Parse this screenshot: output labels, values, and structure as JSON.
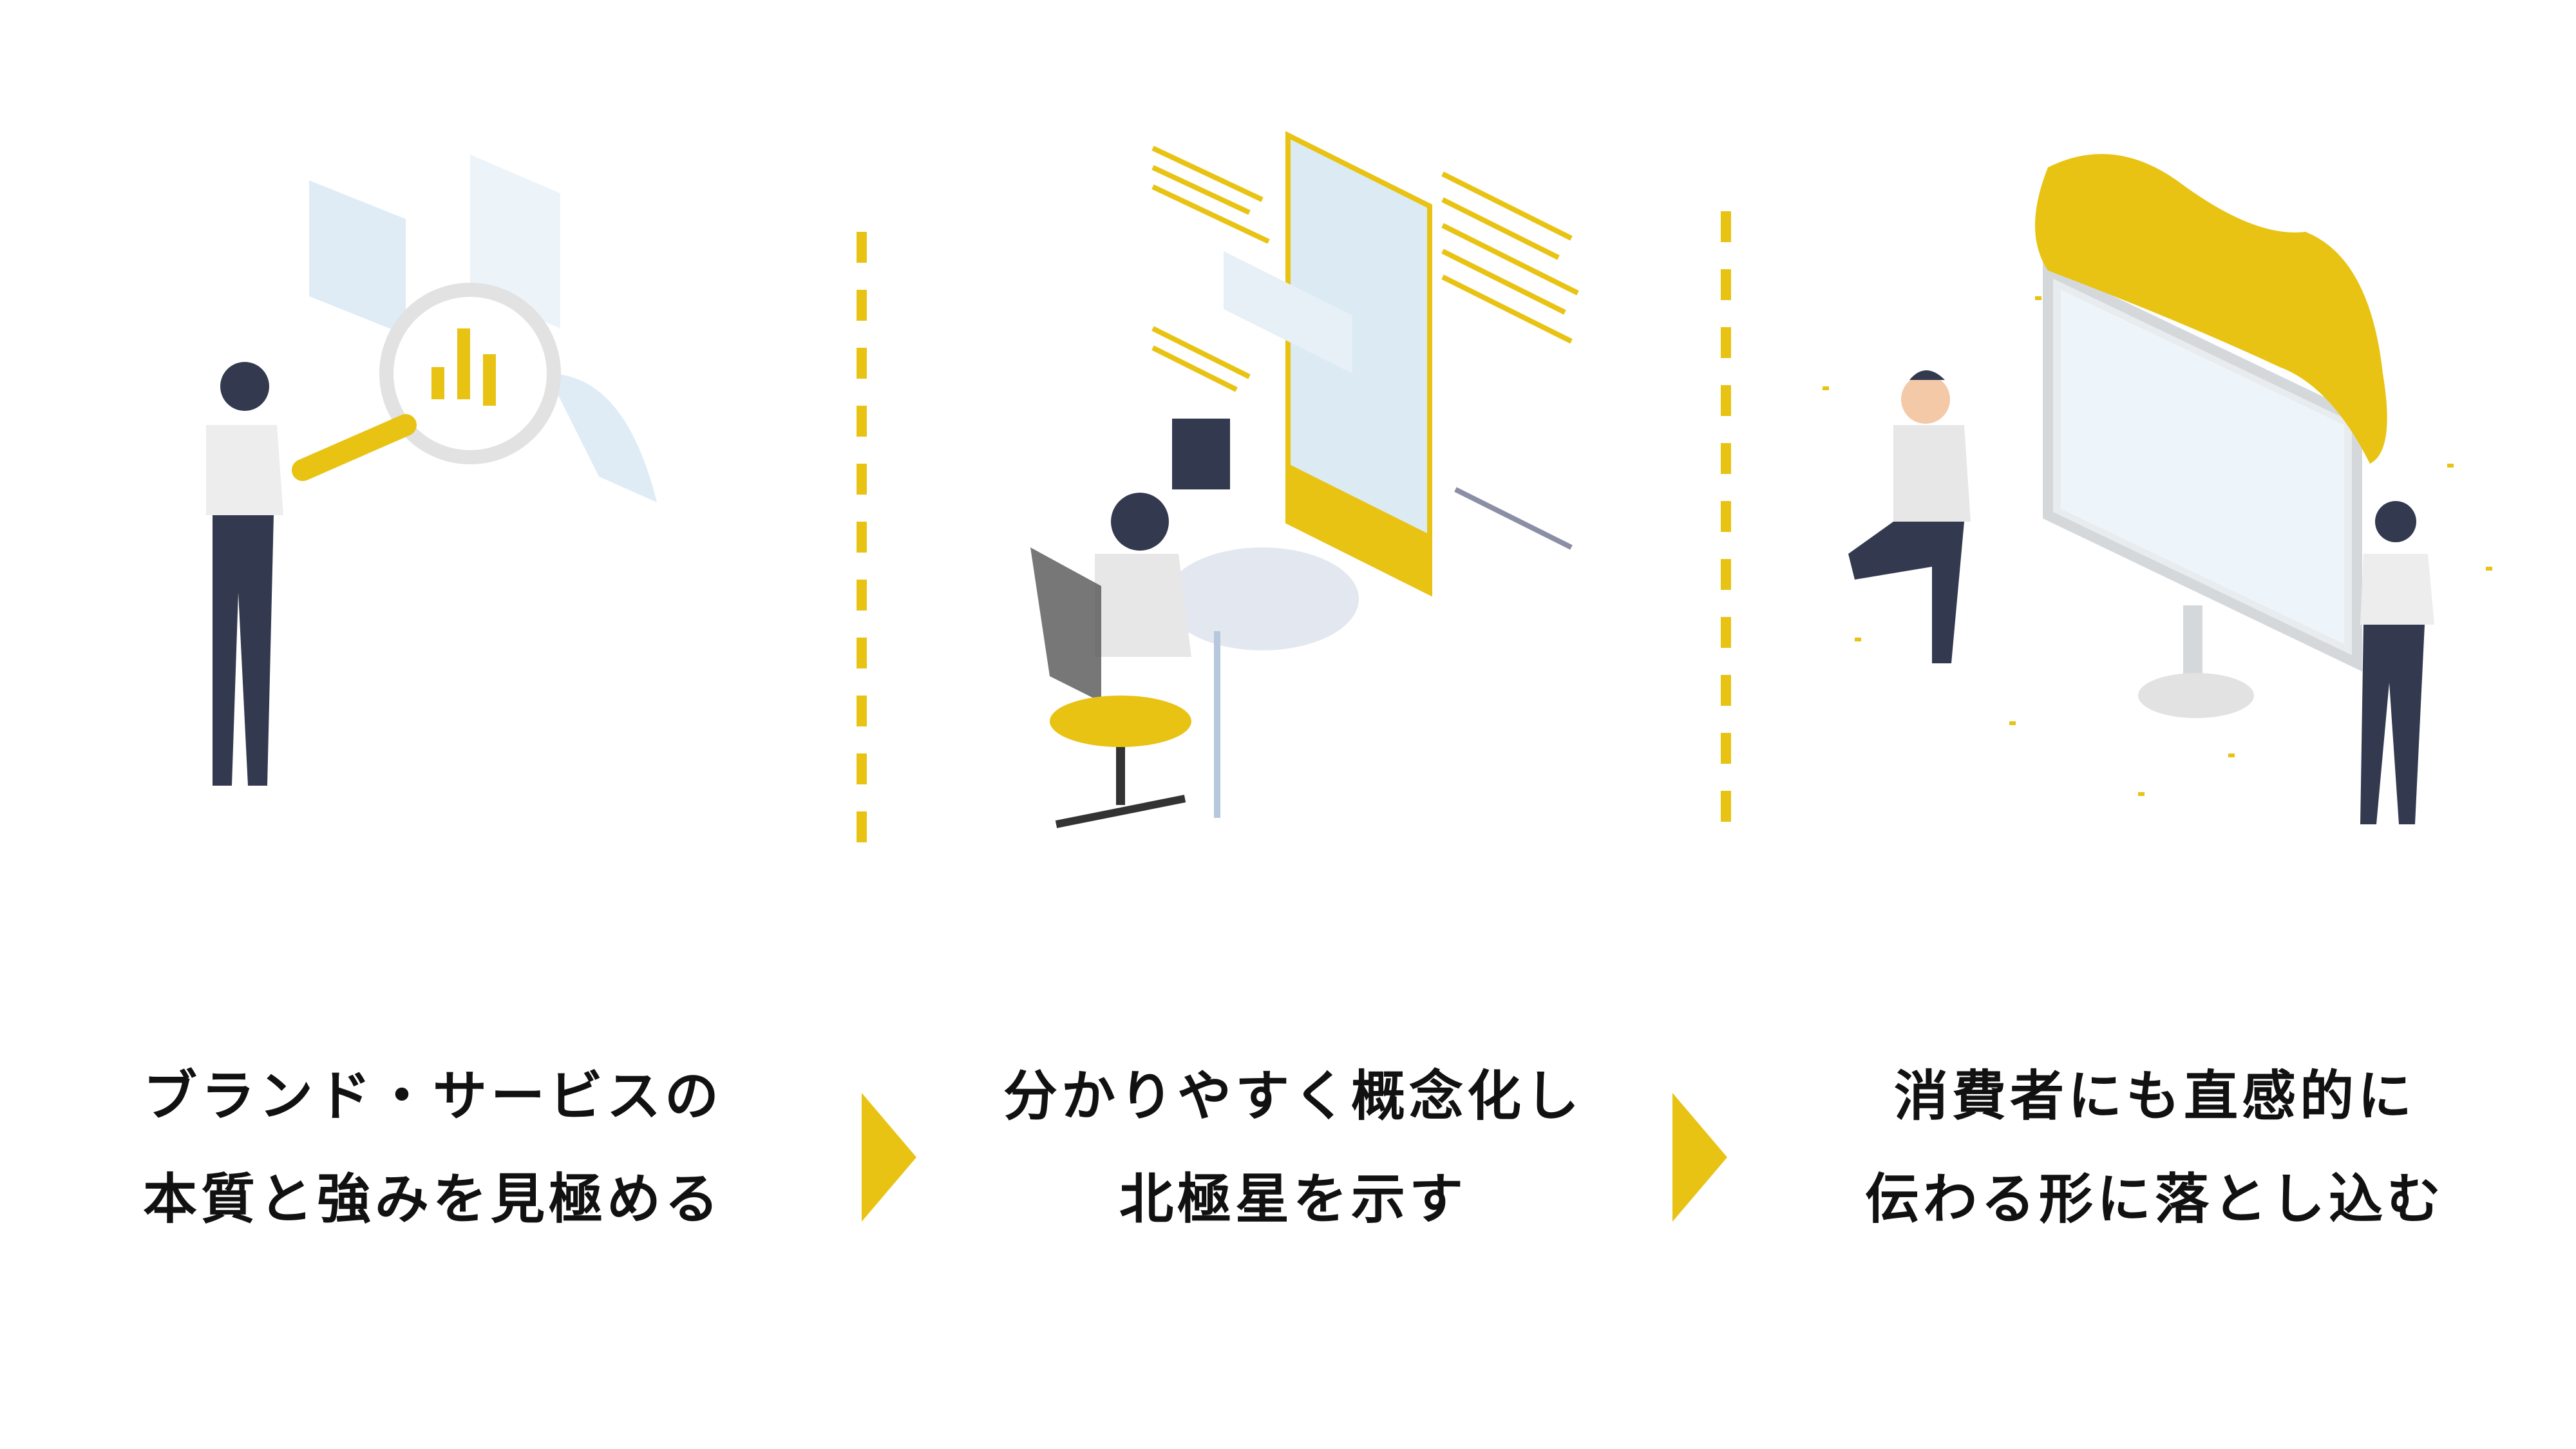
{
  "colors": {
    "accent": "#E8C313",
    "text": "#111111",
    "navy": "#333A4F",
    "light_blue": "#DCEAF4"
  },
  "steps": [
    {
      "line1": "ブランド・サービスの",
      "line2": "本質と強みを見極める"
    },
    {
      "line1": "分かりやすく概念化し",
      "line2": "北極星を示す"
    },
    {
      "line1": "消費者にも直感的に",
      "line2": "伝わる形に落とし込む"
    }
  ]
}
